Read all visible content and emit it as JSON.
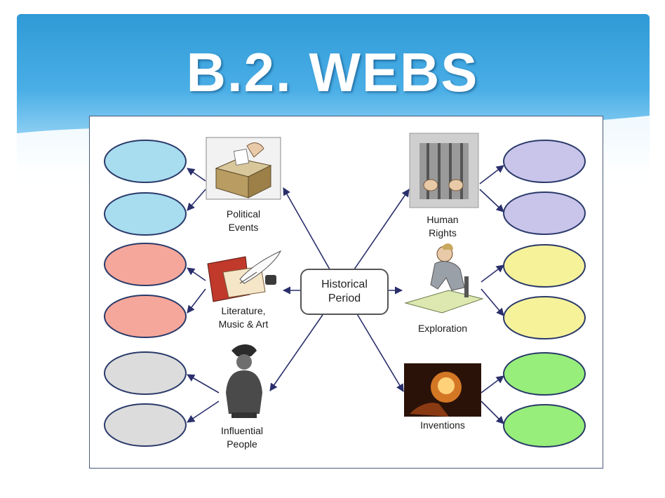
{
  "title": "B.2. WEBS",
  "center": "Historical\nPeriod",
  "categories": [
    {
      "id": "political",
      "label": "Political\nEvents",
      "icon": "ballot-box-icon",
      "color": "#a8dcef"
    },
    {
      "id": "literature",
      "label": "Literature,\nMusic & Art",
      "icon": "quill-book-icon",
      "color": "#f6a79b"
    },
    {
      "id": "people",
      "label": "Influential\nPeople",
      "icon": "bust-statue-icon",
      "color": "#dcdcdc"
    },
    {
      "id": "rights",
      "label": "Human\nRights",
      "icon": "prison-bars-icon",
      "color": "#c9c4ea"
    },
    {
      "id": "exploration",
      "label": "Exploration",
      "icon": "explorer-map-icon",
      "color": "#f6f29a"
    },
    {
      "id": "inventions",
      "label": "Inventions",
      "icon": "light-bulb-icon",
      "color": "#97ee7a"
    }
  ],
  "colors": {
    "title_bar": "#2f9ad6",
    "arrow": "#2a2f6b",
    "ellipse_stroke": "#2a3a6a"
  }
}
